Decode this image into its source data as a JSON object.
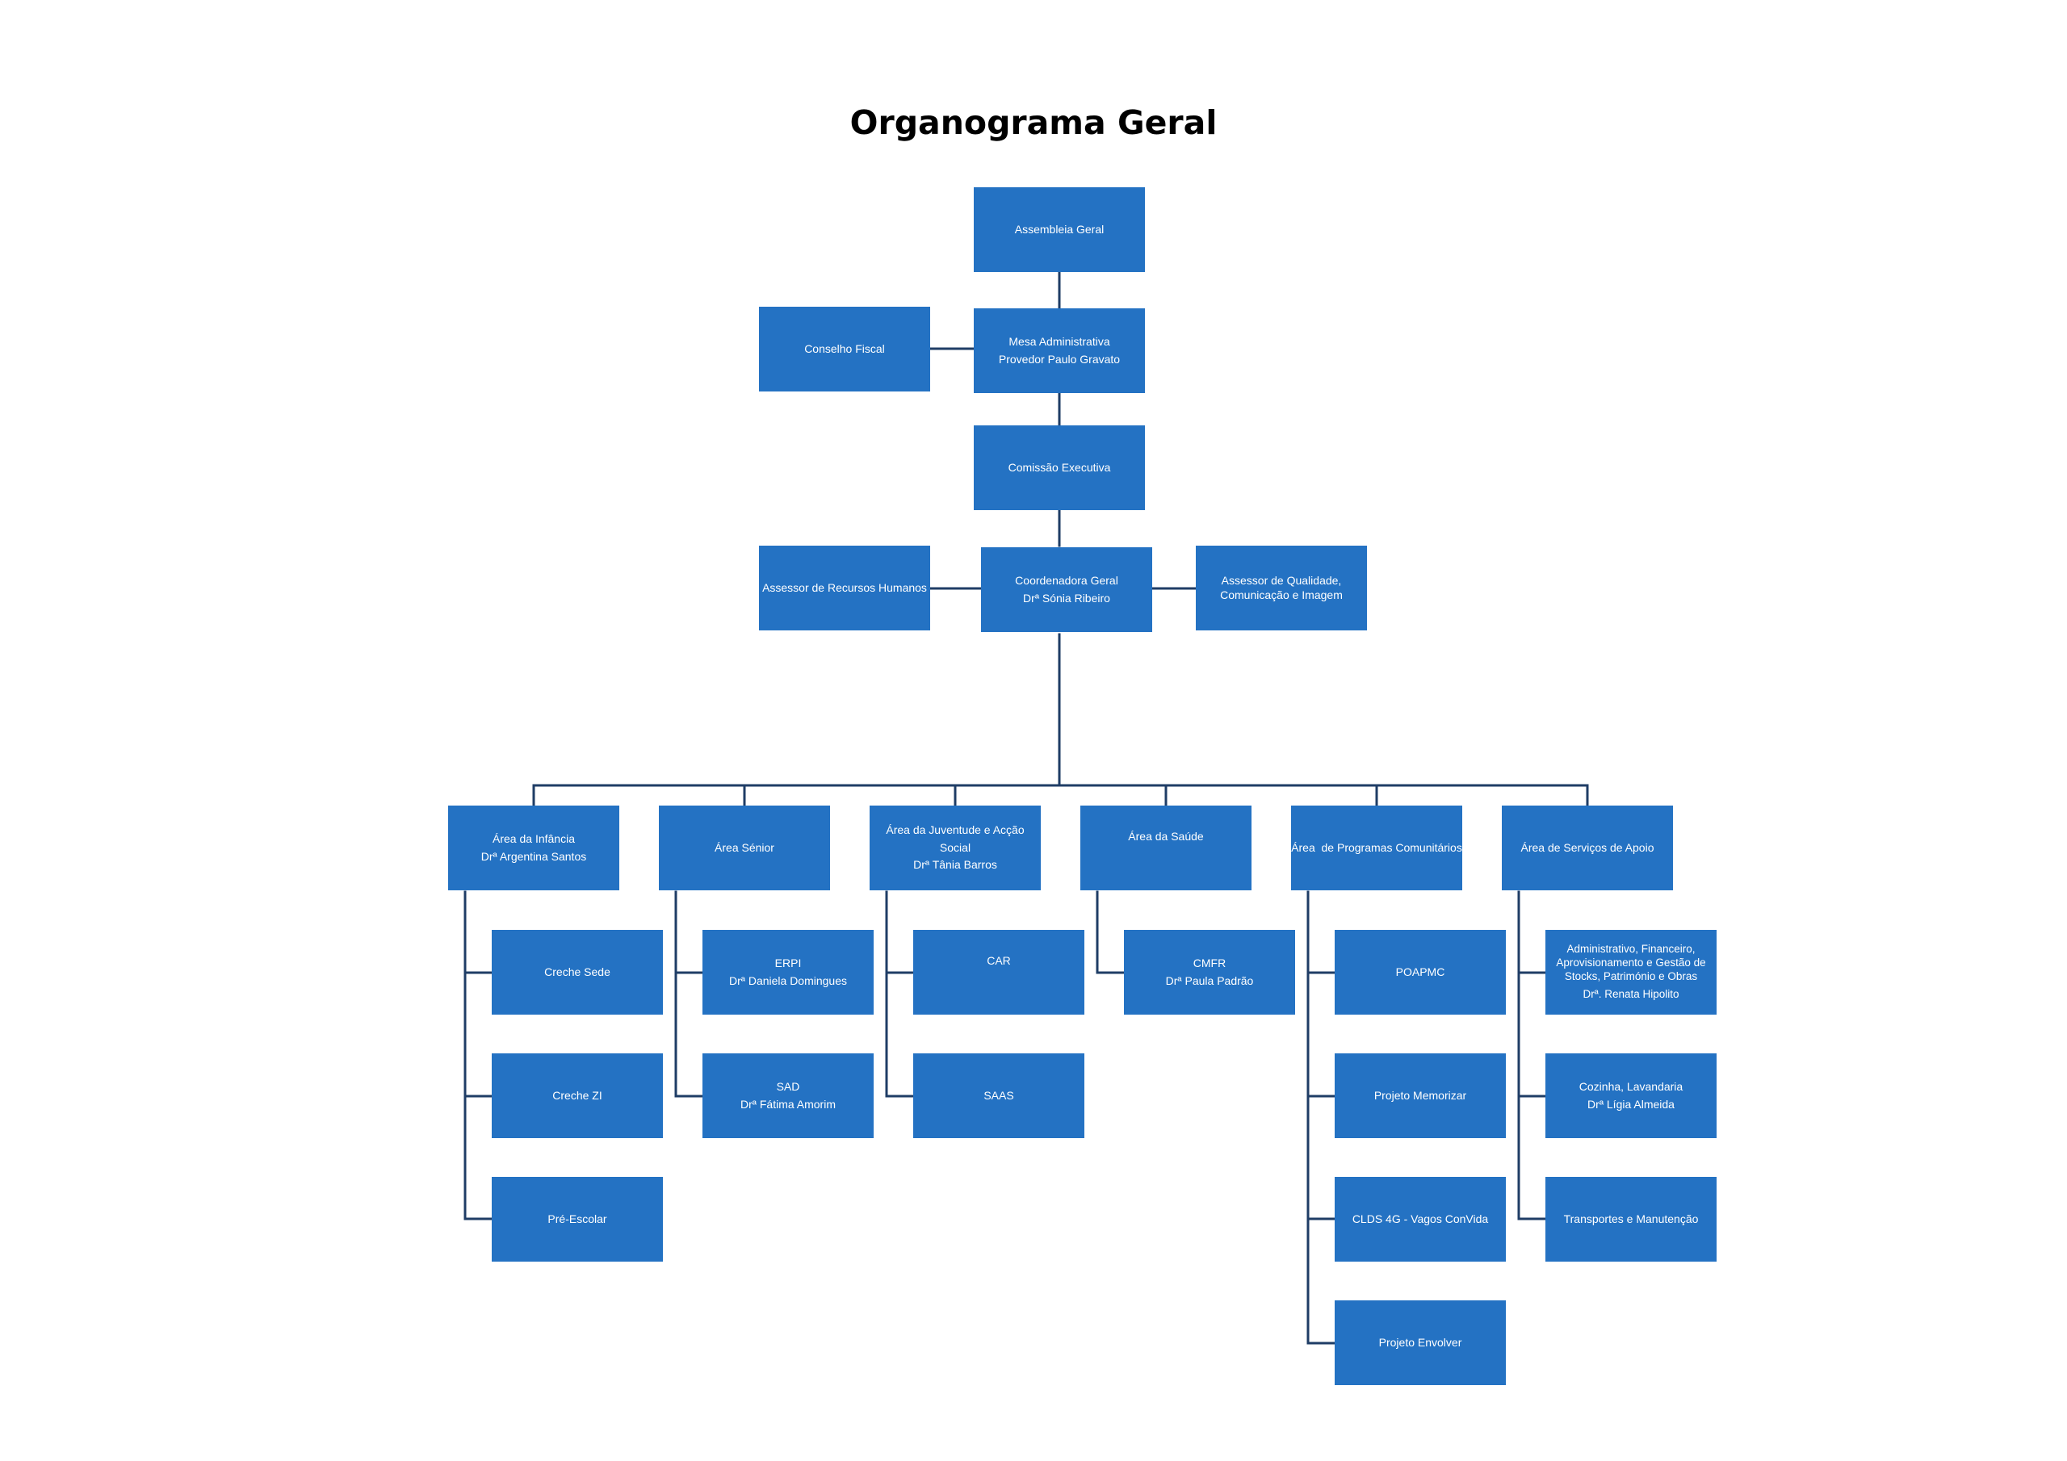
{
  "title": "Organograma Geral",
  "colors": {
    "box_fill": "#2472c3",
    "box_text": "#ffffff",
    "connector": "#1f3d66"
  },
  "nodes": {
    "assembleia": {
      "line1": "Assembleia Geral"
    },
    "conselho_fiscal": {
      "line1": "Conselho Fiscal"
    },
    "mesa": {
      "line1": "Mesa Administrativa",
      "line2": "Provedor Paulo Gravato"
    },
    "comissao": {
      "line1": "Comissão Executiva"
    },
    "assessor_rh": {
      "line1": "Assessor de Recursos Humanos"
    },
    "coordenadora": {
      "line1": "Coordenadora Geral",
      "line2": "Drª Sónia Ribeiro"
    },
    "assessor_qualidade": {
      "line1": "Assessor de Qualidade,",
      "line2": "Comunicação e Imagem"
    },
    "area_infancia": {
      "line1": "Área da Infância",
      "line2": "Drª Argentina Santos"
    },
    "area_senior": {
      "line1": "Área Sénior"
    },
    "area_juventude": {
      "line1": "Área da Juventude e Acção Social",
      "line2": "Drª Tânia Barros"
    },
    "area_saude": {
      "line1": "Área da Saúde"
    },
    "area_programas": {
      "line1": "Área  de Programas Comunitários"
    },
    "area_servicos": {
      "line1": "Área de Serviços de Apoio"
    },
    "creche_sede": {
      "line1": "Creche Sede"
    },
    "creche_zi": {
      "line1": "Creche ZI"
    },
    "pre_escolar": {
      "line1": "Pré-Escolar"
    },
    "erpi": {
      "line1": "ERPI",
      "line2": "Drª Daniela Domingues"
    },
    "sad": {
      "line1": "SAD",
      "line2": "Drª Fátima Amorim"
    },
    "car": {
      "line1": "CAR"
    },
    "saas": {
      "line1": "SAAS"
    },
    "cmfr": {
      "line1": "CMFR",
      "line2": "Drª Paula Padrão"
    },
    "poapmc": {
      "line1": "POAPMC"
    },
    "projeto_memorizar": {
      "line1": "Projeto Memorizar"
    },
    "clds": {
      "line1": "CLDS 4G - Vagos ConVida"
    },
    "projeto_envolver": {
      "line1": "Projeto Envolver"
    },
    "administrativo": {
      "line1": "Administrativo, Financeiro,",
      "line2": "Aprovisionamento e Gestão de",
      "line3": "Stocks, Património e Obras",
      "line4": "Drª. Renata Hipolito"
    },
    "cozinha": {
      "line1": "Cozinha, Lavandaria",
      "line2": "Drª Lígia Almeida"
    },
    "transportes": {
      "line1": "Transportes e Manutenção"
    }
  }
}
